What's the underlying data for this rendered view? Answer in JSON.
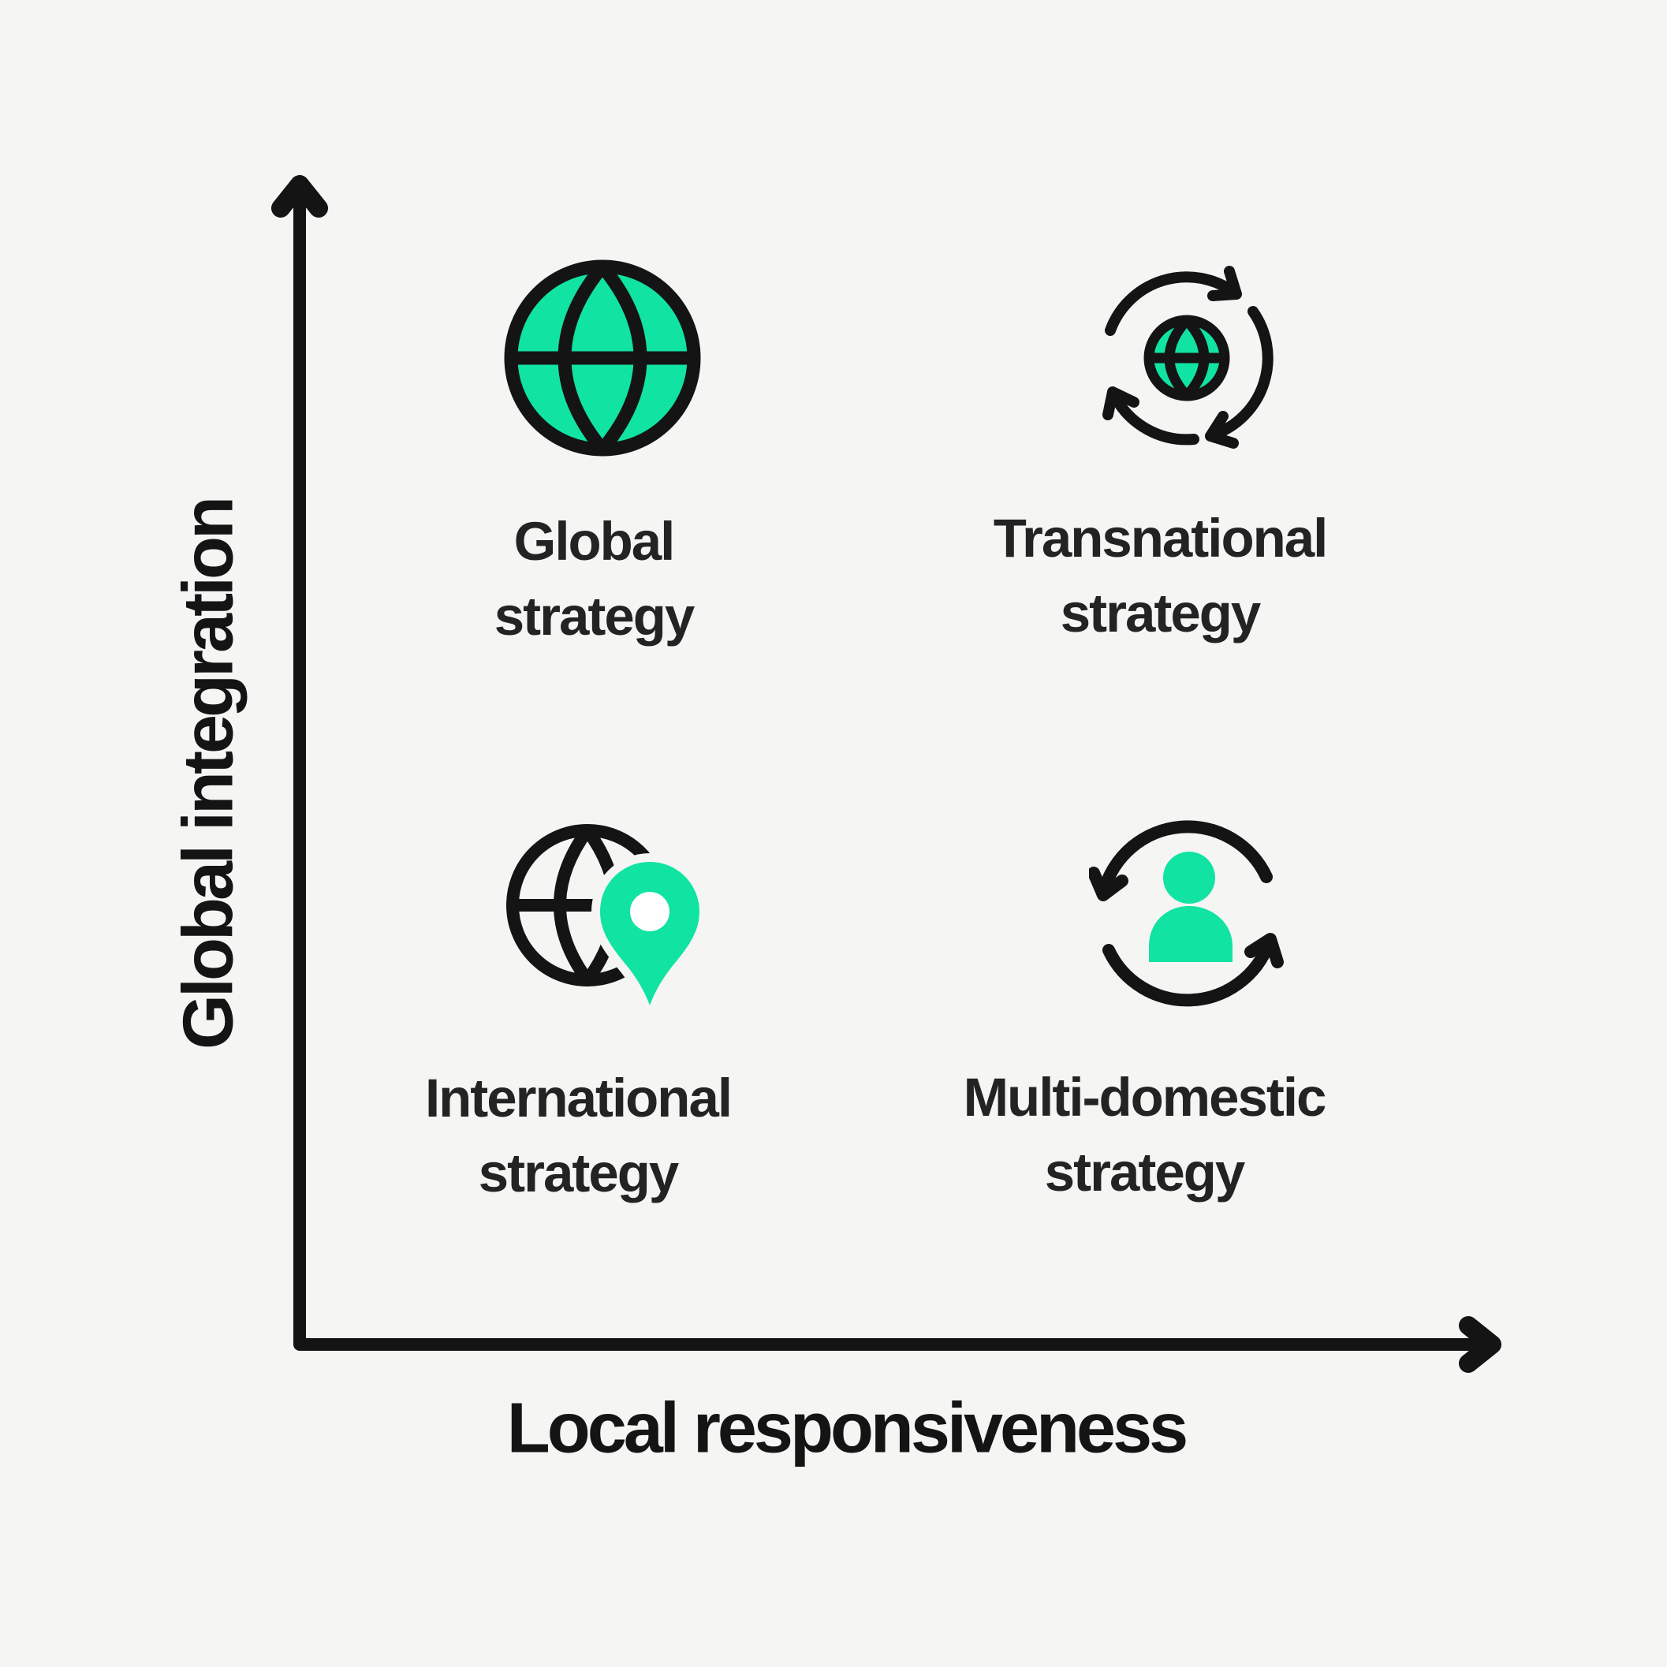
{
  "colors": {
    "background": "#f5f5f3",
    "ink": "#141414",
    "text": "#232323",
    "green": "#11e3a3",
    "pin_hole": "#ffffff"
  },
  "axes": {
    "x_label": "Local responsiveness",
    "y_label": "Global integration"
  },
  "quadrants": [
    {
      "position": "top-left",
      "label": "Global\nstrategy",
      "icon": "globe-icon"
    },
    {
      "position": "top-right",
      "label": "Transnational\nstrategy",
      "icon": "globe-sync-icon"
    },
    {
      "position": "bottom-left",
      "label": "International\nstrategy",
      "icon": "globe-location-pin-icon"
    },
    {
      "position": "bottom-right",
      "label": "Multi-domestic\nstrategy",
      "icon": "person-sync-icon"
    }
  ]
}
